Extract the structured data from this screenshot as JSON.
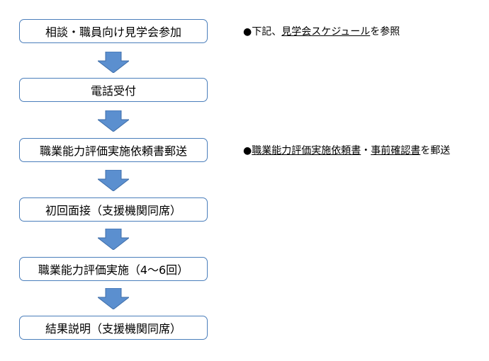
{
  "colors": {
    "box_border": "#4a7ebb",
    "arrow_fill": "#5b8fcf",
    "arrow_stroke": "#3f6ea8"
  },
  "steps": [
    {
      "label": "相談・職員向け見学会参加"
    },
    {
      "label": "電話受付"
    },
    {
      "label": "職業能力評価実施依頼書郵送"
    },
    {
      "label": "初回面接（支援機関同席）"
    },
    {
      "label": "職業能力評価実施（4～6回）"
    },
    {
      "label": "結果説明（支援機関同席）"
    }
  ],
  "notes": {
    "note1": {
      "bullet": "●",
      "prefix": "下記、",
      "link": "見学会スケジュール",
      "suffix": "を参照"
    },
    "note2": {
      "bullet": "●",
      "link1": "職業能力評価実施依頼書",
      "separator": "・",
      "link2": "事前確認書",
      "suffix": "を郵送"
    }
  }
}
